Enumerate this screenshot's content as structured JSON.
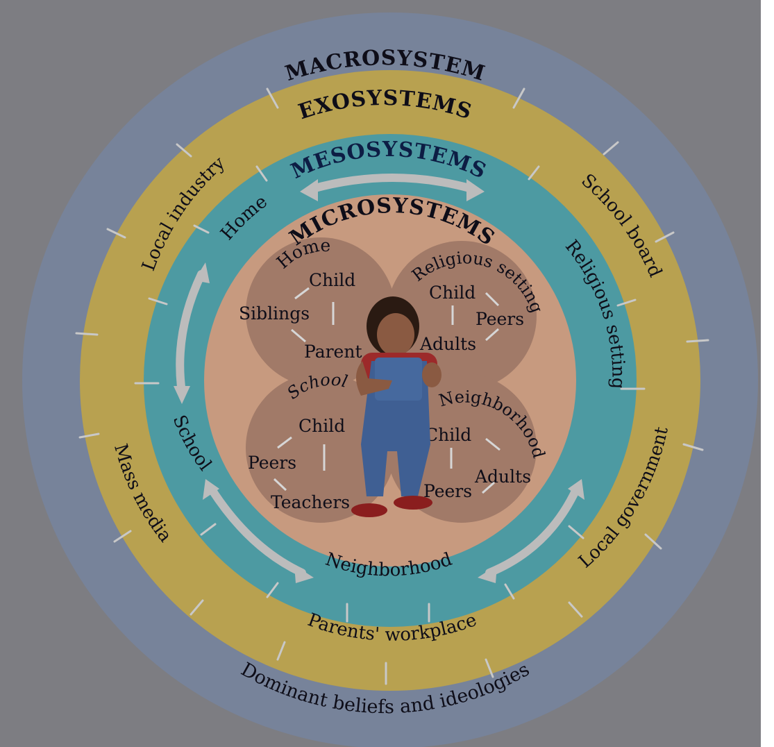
{
  "title_fragment": "",
  "colors": {
    "backdrop": "#7d7d82",
    "macro": "#77839a",
    "exo": "#b8a150",
    "meso": "#4d9aa2",
    "micro": "#c79a7f",
    "petal": "#a17a68",
    "text": "#0e0d18",
    "arrow": "#bcbcbc",
    "header_red": "#9b0d12"
  },
  "rings": {
    "macro": "MACROSYSTEM",
    "exo": "EXOSYSTEMS",
    "meso": "MESOSYSTEMS",
    "micro": "MICROSYSTEMS"
  },
  "macro_items": {
    "bottom": "Dominant beliefs and ideologies"
  },
  "exo_items": {
    "top_left": "Local industry",
    "top_right": "School board",
    "bottom_left": "Mass media",
    "bottom_right": "Local government",
    "bottom": "Parents' workplace"
  },
  "meso_items": {
    "home": "Home",
    "religious": "Religious setting",
    "school": "School",
    "neighborhood": "Neighborhood"
  },
  "micro": {
    "home": {
      "title": "Home",
      "child": "Child",
      "siblings": "Siblings",
      "parent": "Parent"
    },
    "religious": {
      "title": "Religious setting",
      "child": "Child",
      "peers": "Peers",
      "adults": "Adults"
    },
    "school": {
      "title": "School",
      "child": "Child",
      "peers": "Peers",
      "teachers": "Teachers"
    },
    "neighborhood": {
      "title": "Neighborhood",
      "child": "Child",
      "adults": "Adults",
      "peers": "Peers"
    }
  },
  "icons": {
    "child_figure": "toddler-figure",
    "arrow": "double-headed-arrow"
  }
}
